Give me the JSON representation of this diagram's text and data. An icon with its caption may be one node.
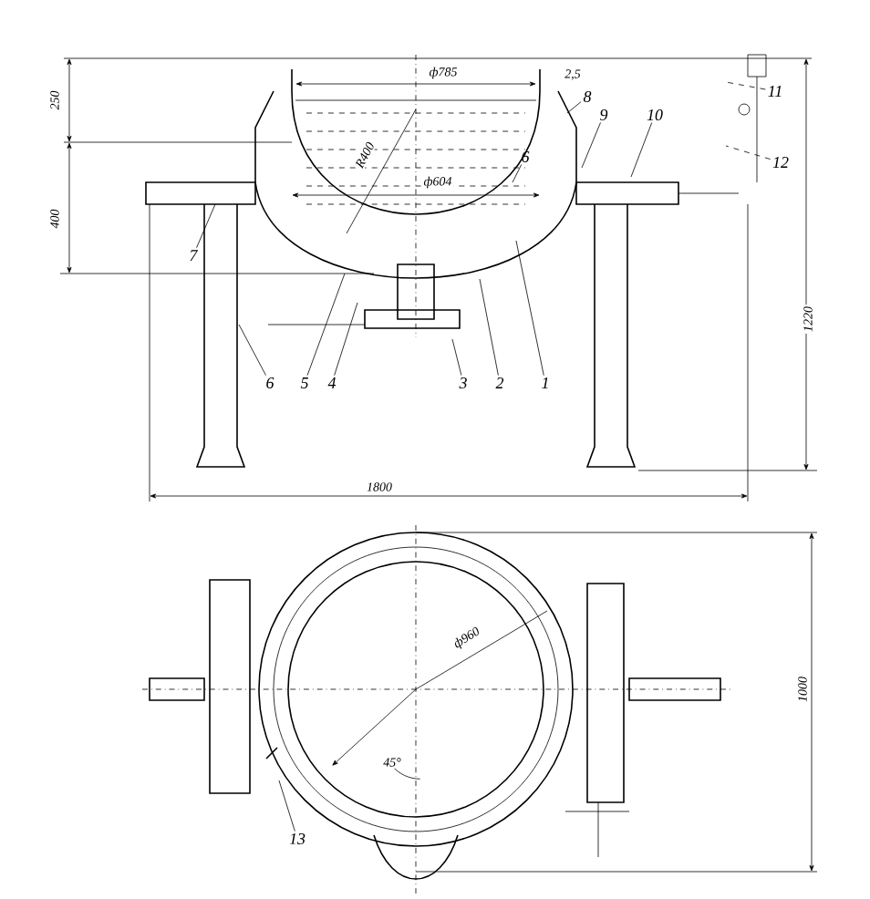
{
  "diagram": {
    "nodes": [
      {
        "text": [
          "11"
        ]
      },
      {
        "text": [
          "8"
        ]
      },
      {
        "text": [
          "9"
        ]
      },
      {
        "text": [
          "10"
        ]
      },
      {
        "text": [
          "12"
        ]
      },
      {
        "text": [
          "6"
        ]
      },
      {
        "text": [
          "7"
        ]
      },
      {
        "text": [
          "6"
        ]
      },
      {
        "text": [
          "5"
        ]
      },
      {
        "text": [
          "4"
        ]
      },
      {
        "text": [
          "3"
        ]
      },
      {
        "text": [
          "2"
        ]
      },
      {
        "text": [
          "1"
        ]
      },
      {
        "text": [
          "13"
        ]
      }
    ],
    "edges": [
      {
        "from": 0,
        "to": null,
        "arrow": "none",
        "style": "dashed"
      },
      {
        "from": 1,
        "to": null,
        "arrow": "none"
      },
      {
        "from": 2,
        "to": null,
        "arrow": "none"
      },
      {
        "from": 3,
        "to": null,
        "arrow": "none"
      },
      {
        "from": 4,
        "to": null,
        "arrow": "none",
        "style": "dashed"
      },
      {
        "from": 5,
        "to": null,
        "arrow": "none"
      },
      {
        "from": 6,
        "to": null,
        "arrow": "none"
      },
      {
        "from": 7,
        "to": null,
        "arrow": "none"
      },
      {
        "from": 8,
        "to": null,
        "arrow": "none"
      },
      {
        "from": 9,
        "to": null,
        "arrow": "none"
      },
      {
        "from": 10,
        "to": null,
        "arrow": "none"
      },
      {
        "from": 11,
        "to": null,
        "arrow": "none"
      },
      {
        "from": 12,
        "to": null,
        "arrow": "none"
      },
      {
        "from": 13,
        "to": null,
        "arrow": "none"
      }
    ],
    "labels": [
      "250",
      "400",
      "ф785",
      "2,5",
      "R400",
      "ф604",
      "1220",
      "1800",
      "ф960",
      "45°",
      "1000"
    ]
  }
}
